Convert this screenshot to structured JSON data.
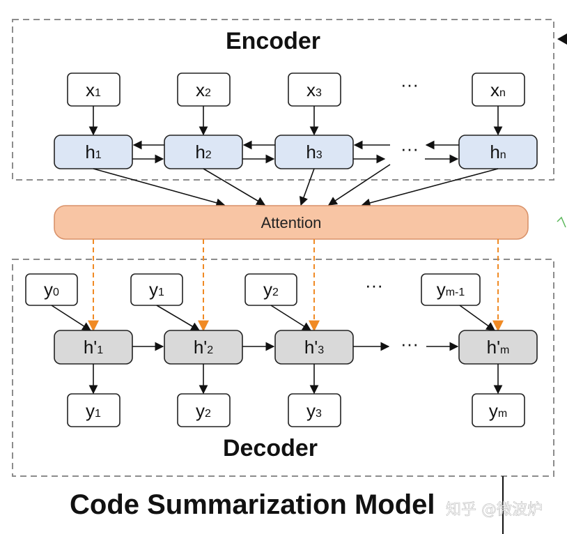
{
  "encoder": {
    "title": "Encoder",
    "inputs": [
      {
        "base": "x",
        "sub": "1"
      },
      {
        "base": "x",
        "sub": "2"
      },
      {
        "base": "x",
        "sub": "3"
      },
      {
        "base": "x",
        "sub": "n"
      }
    ],
    "hidden": [
      {
        "base": "h",
        "sub": "1"
      },
      {
        "base": "h",
        "sub": "2"
      },
      {
        "base": "h",
        "sub": "3"
      },
      {
        "base": "h",
        "sub": "n"
      }
    ],
    "ellipsis": "···"
  },
  "attention": {
    "label": "Attention"
  },
  "decoder": {
    "title": "Decoder",
    "inputs": [
      {
        "base": "y",
        "sub": "0"
      },
      {
        "base": "y",
        "sub": "1"
      },
      {
        "base": "y",
        "sub": "2"
      },
      {
        "base": "y",
        "sub": "m-1"
      }
    ],
    "hidden": [
      {
        "base": "h'",
        "sub": "1"
      },
      {
        "base": "h'",
        "sub": "2"
      },
      {
        "base": "h'",
        "sub": "3"
      },
      {
        "base": "h'",
        "sub": "m"
      }
    ],
    "outputs": [
      {
        "base": "y",
        "sub": "1"
      },
      {
        "base": "y",
        "sub": "2"
      },
      {
        "base": "y",
        "sub": "3"
      },
      {
        "base": "y",
        "sub": "m"
      }
    ],
    "ellipsis": "···"
  },
  "model_title": "Code Summarization Model",
  "watermark": "知乎 @微波炉",
  "colors": {
    "encoder_hidden_fill": "#dce6f5",
    "decoder_hidden_fill": "#d9d9d9",
    "attention_fill": "#f8c5a4",
    "attention_stroke": "#d9926a",
    "attention_arrow": "#f08a24",
    "dashed_border": "#8c8c8c"
  }
}
